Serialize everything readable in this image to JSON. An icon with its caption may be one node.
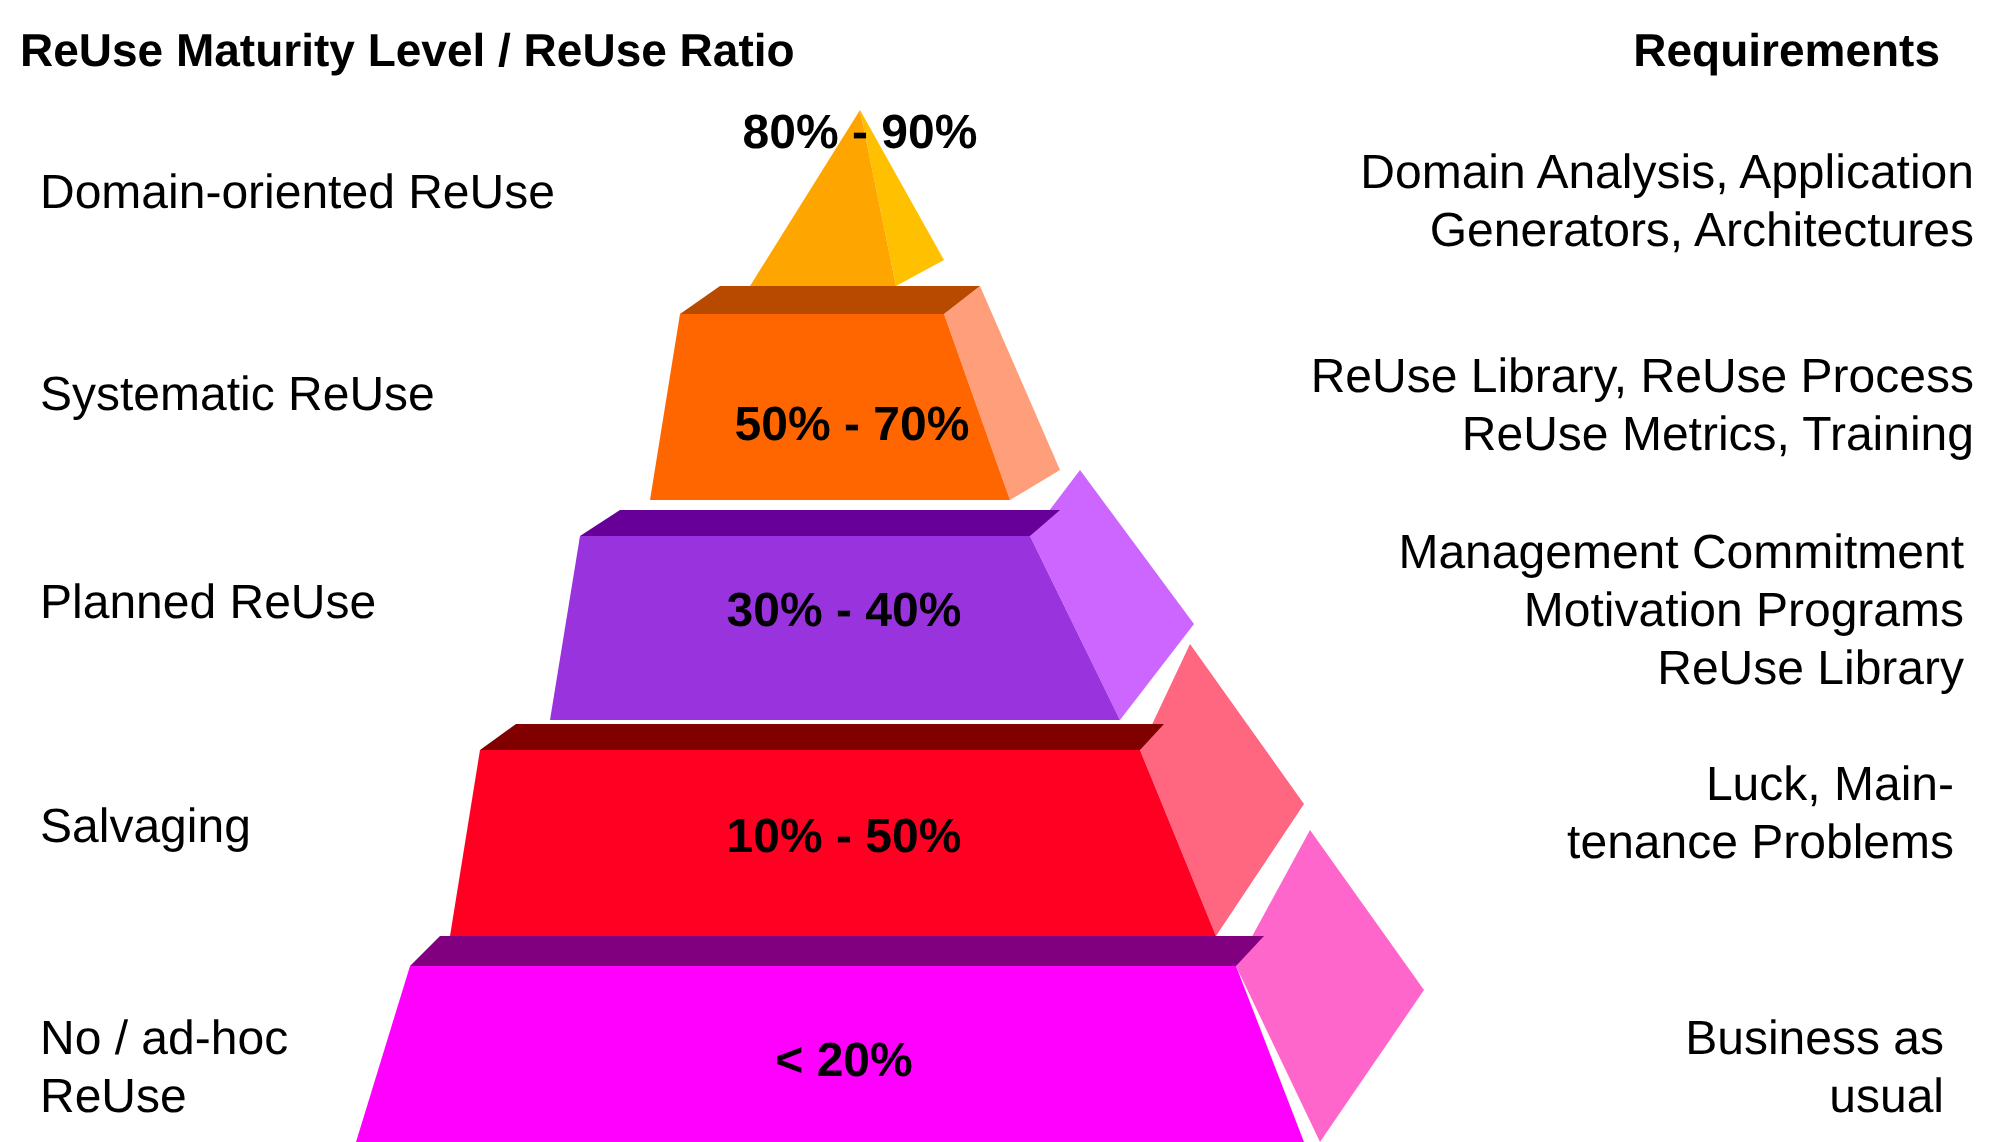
{
  "diagram": {
    "nodes": [
      {
        "text": [
          "80% - 90%"
        ]
      },
      {
        "text": [
          "50% - 70%"
        ]
      },
      {
        "text": [
          "30% - 40%"
        ]
      },
      {
        "text": [
          "10% - 50%"
        ]
      },
      {
        "text": [
          "< 20%"
        ]
      }
    ],
    "labels": [
      "ReUse Maturity Level / ReUse Ratio",
      "Requirements",
      "Domain-oriented ReUse",
      "Domain Analysis, Application Generators, Architectures",
      "Systematic ReUse",
      "ReUse Library, ReUse Process ReUse Metrics, Training",
      "Planned ReUse",
      "Management Commitment Motivation Programs ReUse Library",
      "Salvaging",
      "Luck, Main- tenance Problems",
      "No / ad-hoc ReUse",
      "Business as usual"
    ]
  }
}
